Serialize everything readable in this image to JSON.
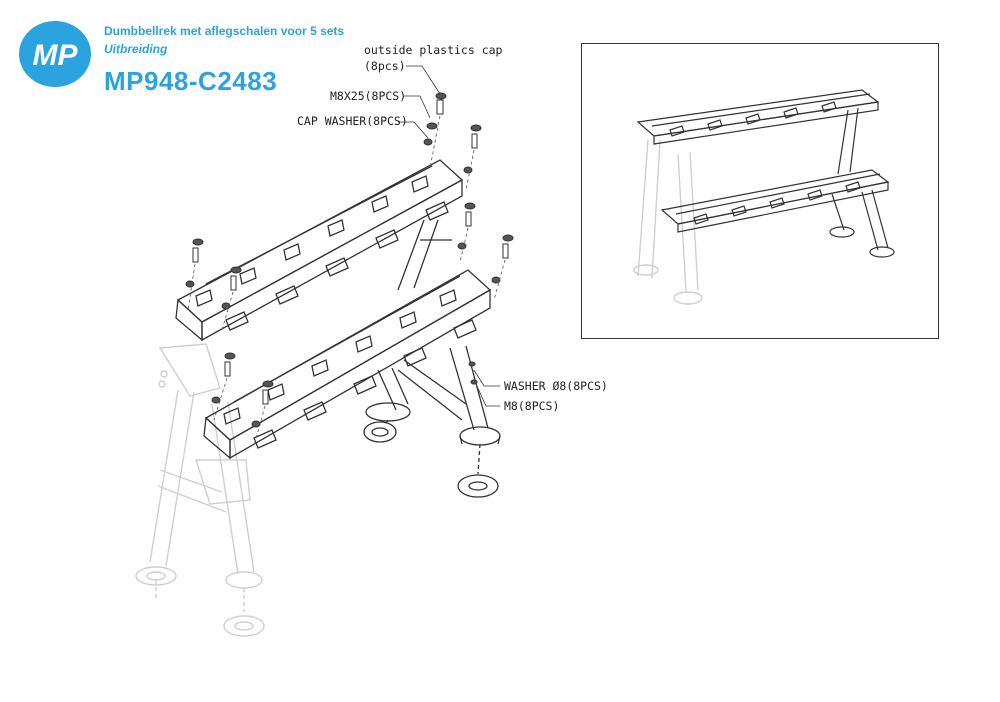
{
  "brand": {
    "logo_text": "MP",
    "color": "#2aa3df"
  },
  "header": {
    "title": "Dumbbellrek met aflegschalen voor 5 sets",
    "subtitle": "Uitbreiding",
    "product_code": "MP948-C2483"
  },
  "callouts": {
    "outside_cap": "outside plastics cap",
    "outside_cap_qty": "(8pcs)",
    "bolt": "M8X25(8PCS)",
    "cap_washer": "CAP WASHER(8PCS)",
    "washer": "WASHER Ø8(8PCS)",
    "nut": "M8(8PCS)"
  }
}
